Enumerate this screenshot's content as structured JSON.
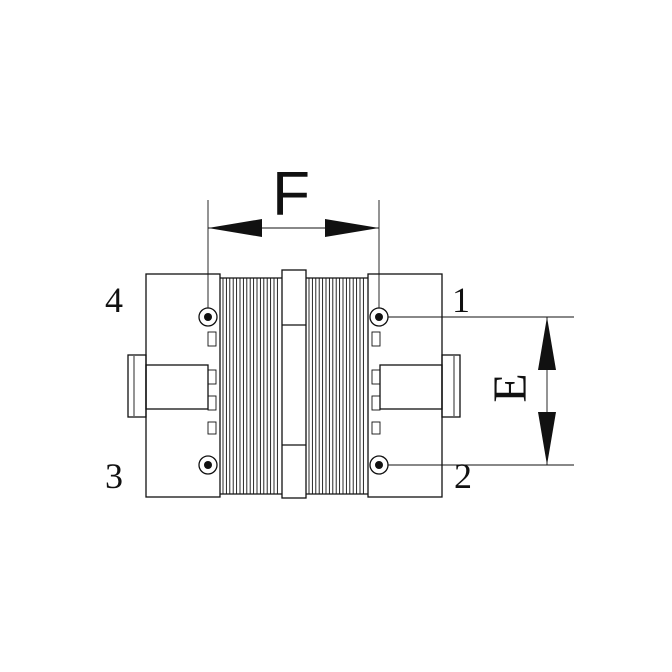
{
  "dimensions": {
    "width_label": "F",
    "height_label": "E"
  },
  "terminals": [
    {
      "id": "1",
      "label": "1"
    },
    {
      "id": "2",
      "label": "2"
    },
    {
      "id": "3",
      "label": "3"
    },
    {
      "id": "4",
      "label": "4"
    }
  ],
  "colors": {
    "line": "#111111",
    "background": "#ffffff"
  }
}
